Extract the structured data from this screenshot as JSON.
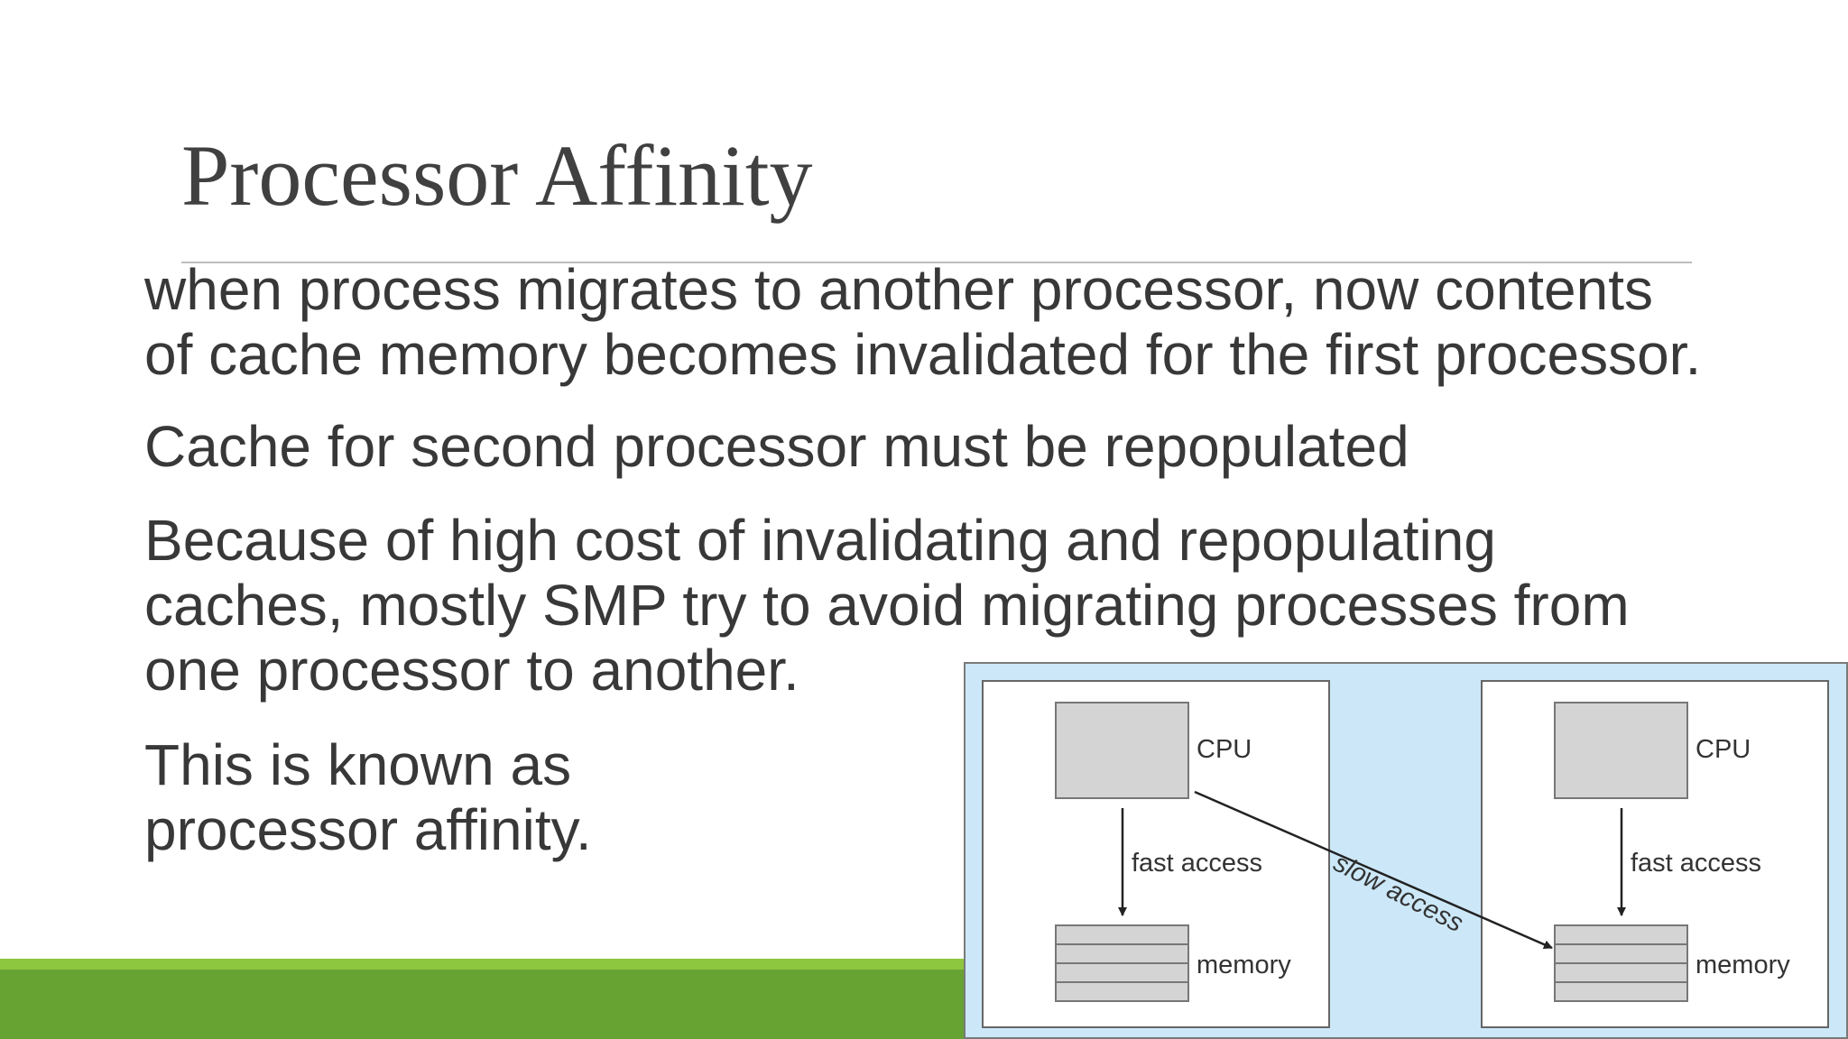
{
  "slide": {
    "title": "Processor Affinity",
    "paragraphs": [
      "when process migrates to another processor, now contents\nof cache memory becomes invalidated for the first processor.",
      "Cache for second processor must be repopulated",
      "Because of high cost of invalidating and repopulating\ncaches, mostly SMP try to avoid migrating processes from\none processor to another.",
      "This is known as\nprocessor affinity."
    ]
  },
  "diagram": {
    "left_cpu_label": "CPU",
    "right_cpu_label": "CPU",
    "left_fast_label": "fast access",
    "right_fast_label": "fast access",
    "left_memory_label": "memory",
    "right_memory_label": "memory",
    "slow_label": "slow access"
  },
  "colors": {
    "accent_green": "#67a333",
    "accent_green_light": "#8dc63f",
    "diagram_background": "#cce8f8"
  }
}
